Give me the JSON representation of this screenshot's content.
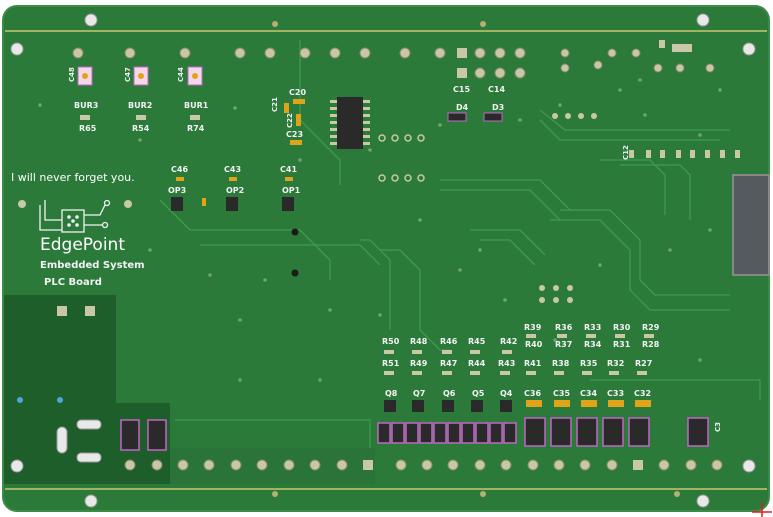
{
  "board": {
    "motto": "I will never forget you.",
    "logo_text": "EdgePoint",
    "subtitle_line1": "Embedded System",
    "subtitle_line2": "PLC Board",
    "colors": {
      "board": "#2b7a3a",
      "board_edge": "#1f6a2e",
      "copper_zone": "#1d5e2b",
      "trace": "#3f9a4d",
      "silkscreen": "#f2f2f2",
      "pad": "#c8c8a8",
      "via": "#7fae7f",
      "ic_body": "#2a2a2a",
      "magenta": "#c266c8",
      "amber": "#e0a31a",
      "connector": "#555a5e"
    }
  },
  "labels": {
    "c48": "C48",
    "c47": "C47",
    "c44": "C44",
    "bur3": "BUR3",
    "bur2": "BUR2",
    "bur1": "BUR1",
    "r65": "R65",
    "r54": "R54",
    "r74": "R74",
    "c46": "C46",
    "c43": "C43",
    "c41": "C41",
    "op3": "OP3",
    "op2": "OP2",
    "op1": "OP1",
    "c20": "C20",
    "c21": "C21",
    "c22": "C22",
    "c23": "C23",
    "c15": "C15",
    "c14": "C14",
    "d4": "D4",
    "d3": "D3",
    "r50": "R50",
    "r48": "R48",
    "r46": "R46",
    "r45": "R45",
    "r42": "R42",
    "r39": "R39",
    "r36": "R36",
    "r33": "R33",
    "r30": "R30",
    "r29": "R29",
    "r40": "R40",
    "r37": "R37",
    "r34": "R34",
    "r31": "R31",
    "r28": "R28",
    "r51": "R51",
    "r49": "R49",
    "r47": "R47",
    "r44": "R44",
    "r43": "R43",
    "r41": "R41",
    "r38": "R38",
    "r35": "R35",
    "r32": "R32",
    "r27": "R27",
    "q8": "Q8",
    "q7": "Q7",
    "q6": "Q6",
    "q5": "Q5",
    "q4": "Q4",
    "c36": "C36",
    "c35": "C35",
    "c34": "C34",
    "c33": "C33",
    "c32": "C32",
    "c12": "C12",
    "c3": "C3"
  }
}
